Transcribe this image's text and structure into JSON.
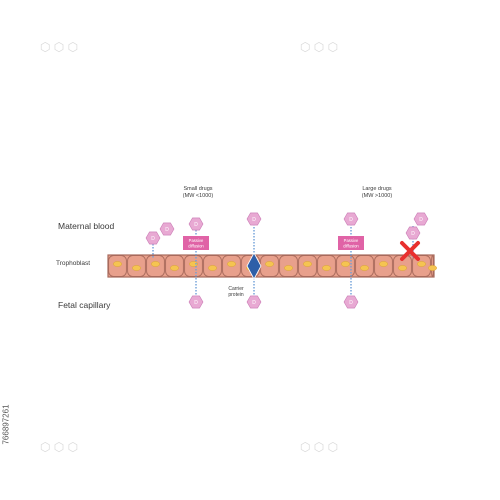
{
  "labels": {
    "maternal_blood": "Maternal blood",
    "trophoblast": "Trophoblast",
    "fetal_capillary": "Fetal capillary",
    "small_drugs_line1": "Small drugs",
    "small_drugs_line2": "(MW <1000)",
    "large_drugs_line1": "Large drugs",
    "large_drugs_line2": "(MW >1000)",
    "carrier_line1": "Carrier",
    "carrier_line2": "protein",
    "passive_line1": "Passive",
    "passive_line2": "diffusion",
    "drug_symbol": "D",
    "stock_id": "766897261"
  },
  "colors": {
    "cell_fill": "#e8a08c",
    "cell_border": "#a86a5c",
    "nucleus": "#f5c451",
    "nucleus_stroke": "#d9a23a",
    "drug_hex": "#e8a9d3",
    "drug_hex_stroke": "#c97ab4",
    "passive_box": "#e063a6",
    "carrier_protein": "#2e5fa8",
    "dotted_line": "#6f9fd8",
    "blocked_cross": "#e8302e",
    "text": "#3a3a3a"
  },
  "icons": {
    "drug": "hexagon-drug-icon",
    "carrier": "diamond-carrier-icon",
    "blocked": "red-x-icon"
  }
}
